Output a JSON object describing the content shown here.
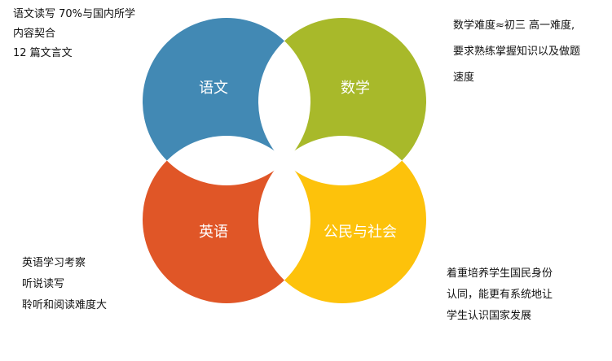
{
  "colors": {
    "chinese": "#4289b4",
    "math": "#a8b92a",
    "english": "#e05627",
    "civics": "#fdc20b",
    "gap": "#ffffff"
  },
  "subjects": {
    "chinese": {
      "label": "语文",
      "notes": [
        "语文读写 70%与国内所学",
        "内容契合",
        "12 篇文言文"
      ]
    },
    "math": {
      "label": "数学",
      "notes": [
        "数学难度≈初三  高一难度,",
        "要求熟练掌握知识以及做题",
        "速度"
      ]
    },
    "english": {
      "label": "英语",
      "notes": [
        "英语学习考察",
        "听说读写",
        "聆听和阅读难度大"
      ]
    },
    "civics": {
      "label": "公民与社会",
      "notes": [
        "着重培养学生国民身份",
        "认同，能更有系统地让",
        "学生认识国家发展"
      ]
    }
  }
}
